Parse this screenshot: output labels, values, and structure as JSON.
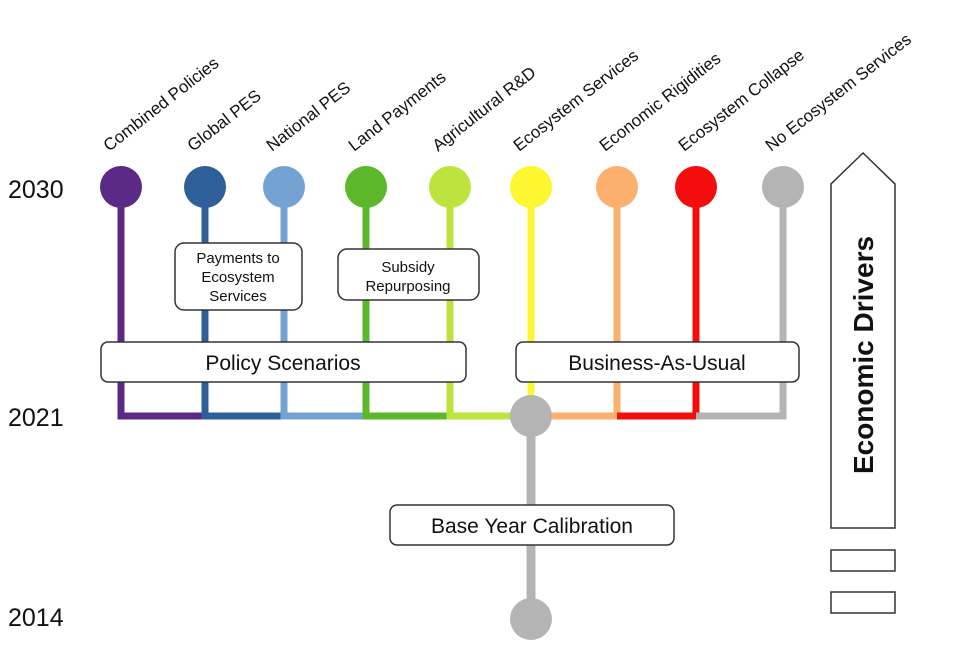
{
  "years": {
    "top": "2030",
    "middle": "2021",
    "bottom": "2014"
  },
  "scenarios": [
    {
      "label": "Combined Policies",
      "color": "#5b2a86"
    },
    {
      "label": "Global PES",
      "color": "#2e5f9a"
    },
    {
      "label": "National PES",
      "color": "#74a3d3"
    },
    {
      "label": "Land Payments",
      "color": "#5cb82a"
    },
    {
      "label": "Agricultural R&D",
      "color": "#bde43c"
    },
    {
      "label": "Ecosystem Services",
      "color": "#fcf730"
    },
    {
      "label": "Economic Rigidities",
      "color": "#fbb06e"
    },
    {
      "label": "Ecosystem Collapse",
      "color": "#f30d0d"
    },
    {
      "label": "No Ecosystem Services",
      "color": "#b4b4b4"
    }
  ],
  "boxes": {
    "pes": [
      "Payments to",
      "Ecosystem",
      "Services"
    ],
    "subsidy": [
      "Subsidy",
      "Repurposing"
    ],
    "policy": "Policy Scenarios",
    "bau": "Business-As-Usual",
    "base": "Base Year Calibration"
  },
  "drivers": {
    "label": "Economic Drivers"
  },
  "colors": {
    "trunk": "#b4b4b4",
    "outline": "#333333"
  }
}
